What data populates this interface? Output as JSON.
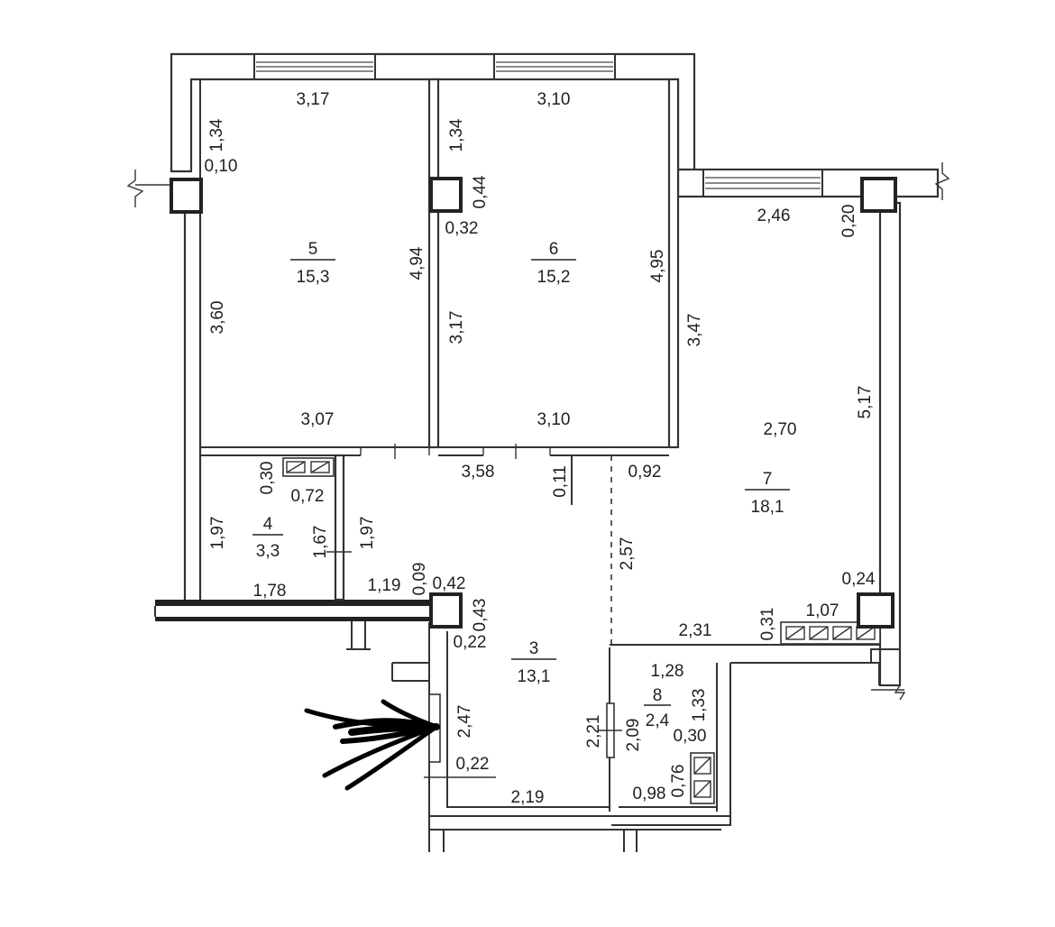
{
  "rooms": [
    {
      "number": "5",
      "area": "15,3"
    },
    {
      "number": "6",
      "area": "15,2"
    },
    {
      "number": "7",
      "area": "18,1"
    },
    {
      "number": "4",
      "area": "3,3"
    },
    {
      "number": "3",
      "area": "13,1"
    },
    {
      "number": "8",
      "area": "2,4"
    }
  ],
  "dimensions": [
    "3,17",
    "3,10",
    "1,34",
    "0,10",
    "1,34",
    "0,44",
    "0,32",
    "2,46",
    "0,20",
    "3,60",
    "4,94",
    "3,17",
    "4,95",
    "3,47",
    "5,17",
    "3,07",
    "3,10",
    "2,70",
    "0,30",
    "0,72",
    "3,58",
    "0,11",
    "0,92",
    "1,97",
    "1,67",
    "1,97",
    "2,57",
    "1,78",
    "1,19",
    "0,09",
    "0,42",
    "0,24",
    "0,43",
    "0,22",
    "2,31",
    "0,31",
    "1,07",
    "1,28",
    "2,47",
    "2,21",
    "2,09",
    "1,33",
    "0,30",
    "0,22",
    "0,76",
    "0,98",
    "2,19"
  ],
  "colors": {
    "ink": "#222222",
    "background": "#ffffff",
    "annotation": "#000000"
  }
}
